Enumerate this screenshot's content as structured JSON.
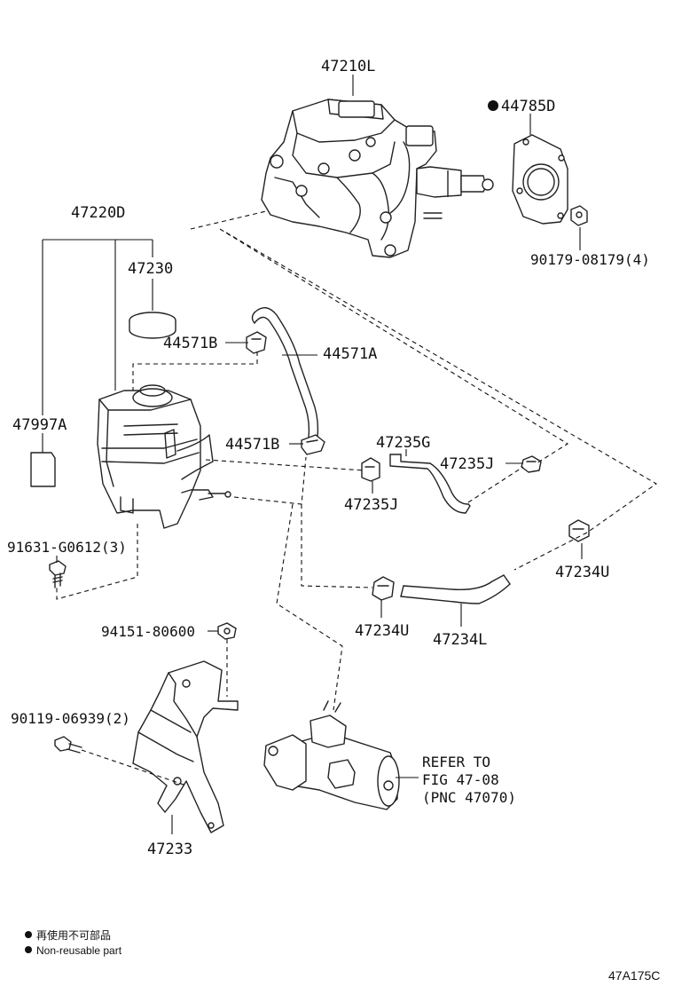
{
  "labels": {
    "l47210L": "47210L",
    "l44785D": "44785D",
    "l90179": "90179-08179(4)",
    "l47220D": "47220D",
    "l47230": "47230",
    "l44571B_top": "44571B",
    "l44571A": "44571A",
    "l47997A": "47997A",
    "l44571B_mid": "44571B",
    "l47235G": "47235G",
    "l47235J_right": "47235J",
    "l47235J_left": "47235J",
    "l91631": "91631-G0612(3)",
    "l47234U_right": "47234U",
    "l47234U_left": "47234U",
    "l47234L": "47234L",
    "l94151": "94151-80600",
    "l90119": "90119-06939(2)",
    "l47233": "47233",
    "refer1": "REFER TO",
    "refer2": "FIG 47-08",
    "refer3": "(PNC 47070)"
  },
  "legend": {
    "jp": "再使用不可部品",
    "en": "Non-reusable part"
  },
  "figure_code": "47A175C",
  "icons": [
    "non-reusable-dot-icon"
  ]
}
